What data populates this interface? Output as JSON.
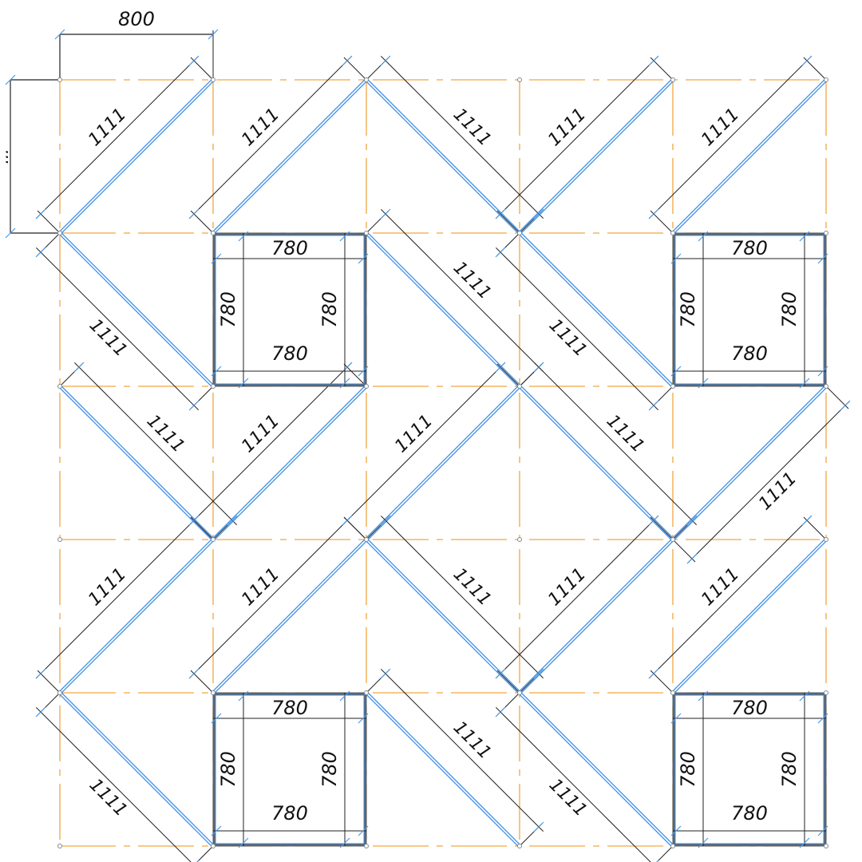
{
  "colors": {
    "grid": "#f2a640",
    "member": "#3d8ee6",
    "dimension": "#222222",
    "tick": "#4a9be8",
    "box": "#5a6470"
  },
  "overall_dims": {
    "width_label": "800",
    "height_label": "..."
  },
  "grid": {
    "columns": 5,
    "rows": 5
  },
  "members": [
    {
      "row": 0,
      "col": 0,
      "dir": "/",
      "side": "ul",
      "label": "1111"
    },
    {
      "row": 0,
      "col": 1,
      "dir": "/",
      "side": "ul",
      "label": "1111"
    },
    {
      "row": 0,
      "col": 2,
      "dir": "\\",
      "side": "ur",
      "label": "1111"
    },
    {
      "row": 0,
      "col": 3,
      "dir": "/",
      "side": "ul",
      "label": "1111"
    },
    {
      "row": 0,
      "col": 4,
      "dir": "/",
      "side": "ul",
      "label": "1111"
    },
    {
      "row": 1,
      "col": 0,
      "dir": "\\",
      "side": "dl",
      "label": "1111"
    },
    {
      "row": 1,
      "col": 2,
      "dir": "\\",
      "side": "ur",
      "label": "1111"
    },
    {
      "row": 1,
      "col": 3,
      "dir": "\\",
      "side": "dl",
      "label": "1111"
    },
    {
      "row": 2,
      "col": 0,
      "dir": "\\",
      "side": "ur",
      "label": "1111"
    },
    {
      "row": 2,
      "col": 1,
      "dir": "/",
      "side": "ul",
      "label": "1111"
    },
    {
      "row": 2,
      "col": 2,
      "dir": "/",
      "side": "ul",
      "label": "1111"
    },
    {
      "row": 2,
      "col": 3,
      "dir": "\\",
      "side": "ur",
      "label": "1111"
    },
    {
      "row": 2,
      "col": 4,
      "dir": "/",
      "side": "dr",
      "label": "1111"
    },
    {
      "row": 3,
      "col": 0,
      "dir": "/",
      "side": "ul",
      "label": "1111"
    },
    {
      "row": 3,
      "col": 1,
      "dir": "/",
      "side": "ul",
      "label": "1111"
    },
    {
      "row": 3,
      "col": 2,
      "dir": "\\",
      "side": "ur",
      "label": "1111"
    },
    {
      "row": 3,
      "col": 3,
      "dir": "/",
      "side": "ul",
      "label": "1111"
    },
    {
      "row": 3,
      "col": 4,
      "dir": "/",
      "side": "ul",
      "label": "1111"
    },
    {
      "row": 4,
      "col": 0,
      "dir": "\\",
      "side": "dl",
      "label": "1111"
    },
    {
      "row": 4,
      "col": 2,
      "dir": "\\",
      "side": "ur",
      "label": "1111"
    },
    {
      "row": 4,
      "col": 3,
      "dir": "\\",
      "side": "dl",
      "label": "1111"
    }
  ],
  "boxes": [
    {
      "row": 1,
      "col": 1,
      "top": "780",
      "bottom": "780",
      "left": "780",
      "right": "780"
    },
    {
      "row": 1,
      "col": 4,
      "top": "780",
      "bottom": "780",
      "left": "780",
      "right": "780"
    },
    {
      "row": 4,
      "col": 1,
      "top": "780",
      "bottom": "780",
      "left": "780",
      "right": "780"
    },
    {
      "row": 4,
      "col": 4,
      "top": "780",
      "bottom": "780",
      "left": "780",
      "right": "780"
    }
  ]
}
